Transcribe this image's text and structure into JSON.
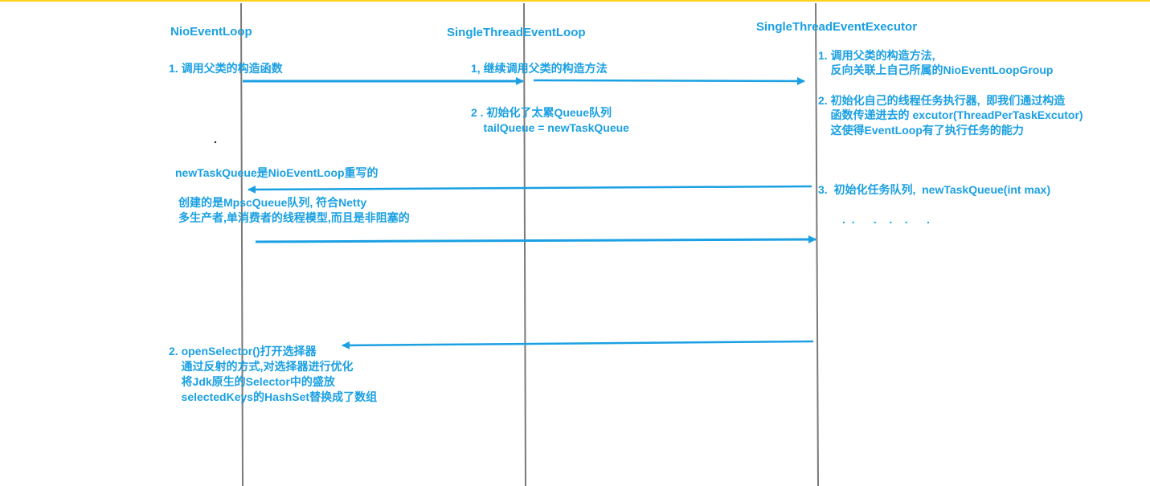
{
  "colors": {
    "text": "#1aa0e3",
    "arrow": "#1aa0e3",
    "lifeline": "#7a7a7a",
    "top_rule": "#ffd21f"
  },
  "lifelines": {
    "nio_event_loop": "NioEventLoop",
    "single_thread_event_loop": "SingleThreadEventLoop",
    "single_thread_event_executor": "SingleThreadEventExecutor"
  },
  "notes": {
    "nio_step1": "1. 调用父类的构造函数",
    "stel_step1": "1, 继续调用父类的构造方法",
    "stel_step2_line1": "2 . 初始化了太累Queue队列",
    "stel_step2_line2": "    tailQueue = newTaskQueue",
    "stee_step1_line1": "1. 调用父类的构造方法,",
    "stee_step1_line2": "    反向关联上自己所属的NioEventLoopGroup",
    "stee_step2_line1": "2. 初始化自己的线程任务执行器,  即我们通过构造",
    "stee_step2_line2": "    函数传递进去的 excutor(ThreadPerTaskExcutor)",
    "stee_step2_line3": "    这使得EventLoop有了执行任务的能力",
    "stee_step3": "3.  初始化任务队列,  newTaskQueue(int max)",
    "stee_ellipsis": ".  .      .    .    .      .",
    "nio_override": "newTaskQueue是NioEventLoop重写的",
    "nio_mpsc_line1": "创建的是MpscQueue队列, 符合Netty",
    "nio_mpsc_line2": "多生产者,单消费者的线程模型,而且是非阻塞的",
    "nio_step2_line1": "2. openSelector()打开选择器",
    "nio_step2_line2": "    通过反射的方式,对选择器进行优化",
    "nio_step2_line3": "    将Jdk原生的Selector中的盛放",
    "nio_step2_line4": "    selectedKeys的HashSet替换成了数组"
  }
}
